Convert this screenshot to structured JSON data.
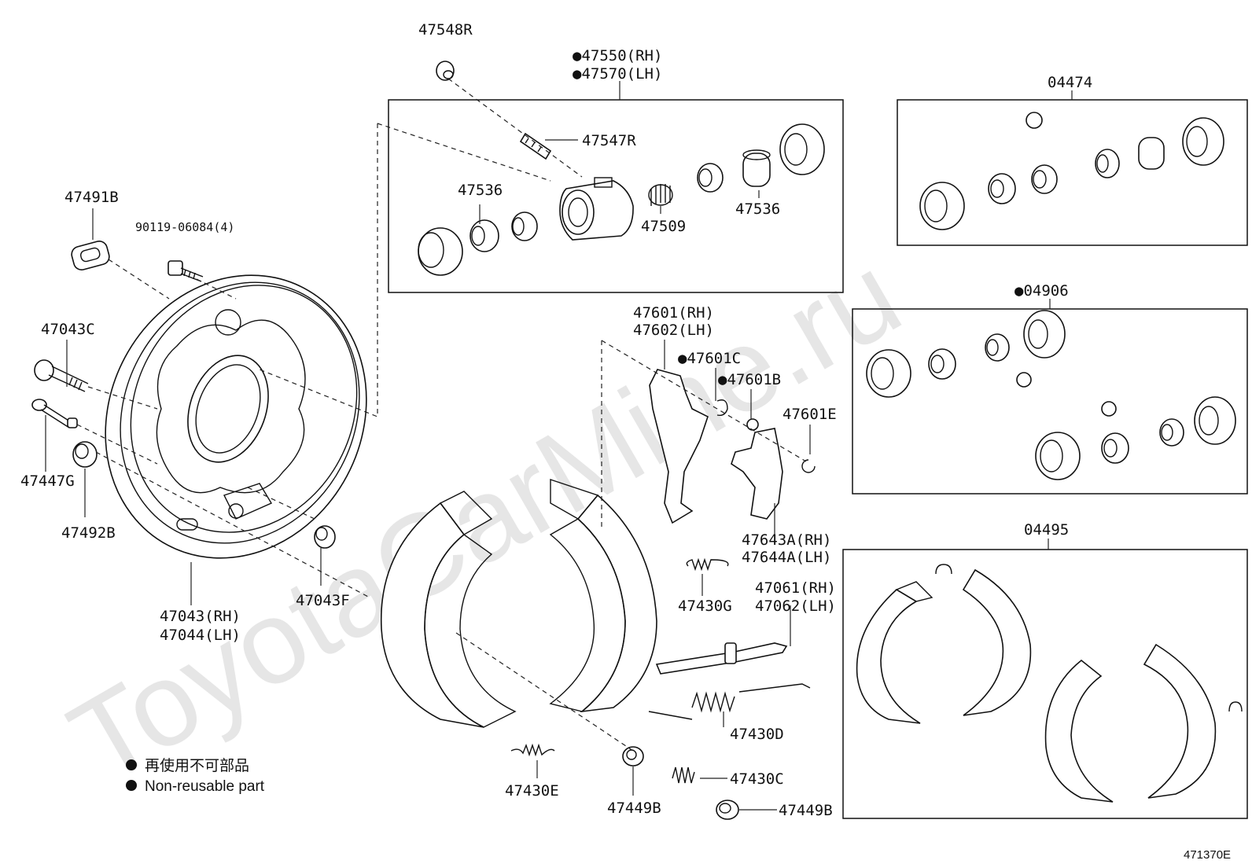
{
  "watermark": "ToyotaCarMine.ru",
  "figure_code": "471370E",
  "legend": {
    "jp": "再使用不可部品",
    "en": "Non-reusable part"
  },
  "labels": {
    "p47548R": "47548R",
    "p47550": "●47550(RH)",
    "p47570": "●47570(LH)",
    "p47547R": "47547R",
    "p47536a": "47536",
    "p47509": "47509",
    "p47536b": "47536",
    "p47491B": "47491B",
    "p90119": "90119-06084(4)",
    "p47043C": "47043C",
    "p47447G": "47447G",
    "p47492B": "47492B",
    "p47043F": "47043F",
    "p47043RH": "47043(RH)",
    "p47044LH": "47044(LH)",
    "p04474": "04474",
    "p04906": "●04906",
    "p04495": "04495",
    "p47601": "47601(RH)",
    "p47602": "47602(LH)",
    "p47601C": "●47601C",
    "p47601B": "●47601B",
    "p47601E": "47601E",
    "p47643A": "47643A(RH)",
    "p47644A": "47644A(LH)",
    "p47430G": "47430G",
    "p47061": "47061(RH)",
    "p47062": "47062(LH)",
    "p47430D": "47430D",
    "p47430E": "47430E",
    "p47449Ba": "47449B",
    "p47430C": "47430C",
    "p47449Bb": "47449B"
  }
}
